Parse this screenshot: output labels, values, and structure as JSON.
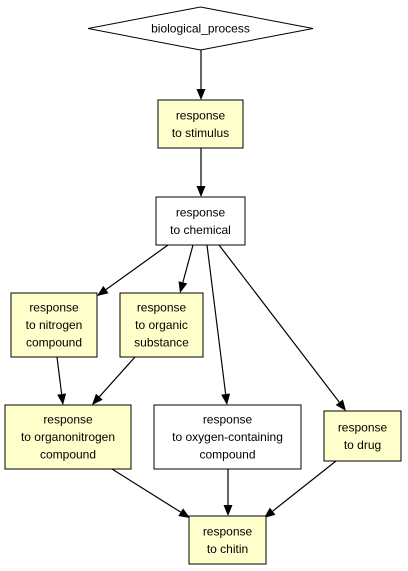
{
  "colors": {
    "highlight_fill": "#ffffcc",
    "plain_fill": "#ffffff",
    "stroke": "#000000"
  },
  "nodes": {
    "biological_process": {
      "lines": [
        "biological_process"
      ],
      "shape": "diamond",
      "highlight": false
    },
    "response_to_stimulus": {
      "lines": [
        "response",
        "to stimulus"
      ],
      "shape": "box",
      "highlight": true
    },
    "response_to_chemical": {
      "lines": [
        "response",
        "to chemical"
      ],
      "shape": "box",
      "highlight": false
    },
    "response_to_nitrogen_compound": {
      "lines": [
        "response",
        "to nitrogen",
        "compound"
      ],
      "shape": "box",
      "highlight": true
    },
    "response_to_organic_substance": {
      "lines": [
        "response",
        "to organic",
        "substance"
      ],
      "shape": "box",
      "highlight": true
    },
    "response_to_organonitrogen_compound": {
      "lines": [
        "response",
        "to organonitrogen",
        "compound"
      ],
      "shape": "box",
      "highlight": true
    },
    "response_to_oxygen_containing_compound": {
      "lines": [
        "response",
        "to oxygen-containing",
        "compound"
      ],
      "shape": "box",
      "highlight": false
    },
    "response_to_drug": {
      "lines": [
        "response",
        "to drug"
      ],
      "shape": "box",
      "highlight": true
    },
    "response_to_chitin": {
      "lines": [
        "response",
        "to chitin"
      ],
      "shape": "box",
      "highlight": true
    }
  },
  "edges": [
    [
      "biological_process",
      "response_to_stimulus"
    ],
    [
      "response_to_stimulus",
      "response_to_chemical"
    ],
    [
      "response_to_chemical",
      "response_to_nitrogen_compound"
    ],
    [
      "response_to_chemical",
      "response_to_organic_substance"
    ],
    [
      "response_to_chemical",
      "response_to_oxygen_containing_compound"
    ],
    [
      "response_to_chemical",
      "response_to_drug"
    ],
    [
      "response_to_nitrogen_compound",
      "response_to_organonitrogen_compound"
    ],
    [
      "response_to_organic_substance",
      "response_to_organonitrogen_compound"
    ],
    [
      "response_to_organonitrogen_compound",
      "response_to_chitin"
    ],
    [
      "response_to_oxygen_containing_compound",
      "response_to_chitin"
    ],
    [
      "response_to_drug",
      "response_to_chitin"
    ]
  ]
}
